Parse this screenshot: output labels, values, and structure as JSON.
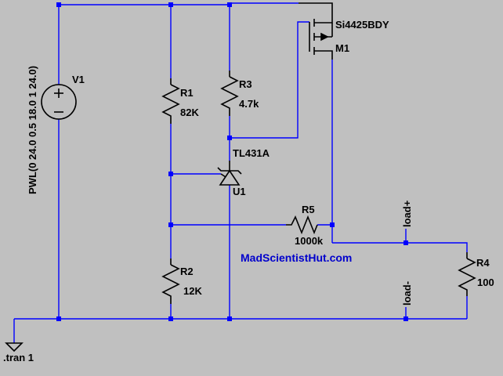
{
  "components": {
    "v1": {
      "name": "V1",
      "value": "PWL(0 24.0 0.5 18.0 1 24.0)"
    },
    "r1": {
      "name": "R1",
      "value": "82K"
    },
    "r2": {
      "name": "R2",
      "value": "12K"
    },
    "r3": {
      "name": "R3",
      "value": "4.7k"
    },
    "r4": {
      "name": "R4",
      "value": "100"
    },
    "r5": {
      "name": "R5",
      "value": "1000k"
    },
    "u1": {
      "name": "U1",
      "value": "TL431A"
    },
    "m1": {
      "name": "M1",
      "value": "Si4425BDY"
    }
  },
  "net_labels": {
    "load_plus": "load+",
    "load_minus": "load-"
  },
  "directive": ".tran 1",
  "watermark": "MadScientistHut.com",
  "colors": {
    "background": "#c0c0c0",
    "wire": "#0000ff",
    "component": "#000000",
    "watermark": "#0000cc"
  }
}
